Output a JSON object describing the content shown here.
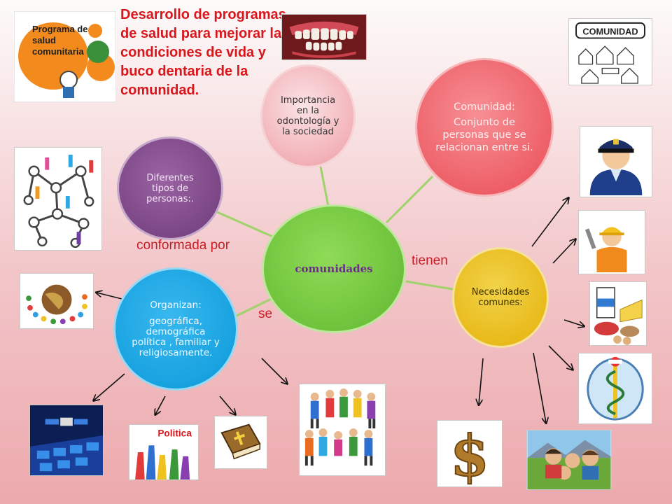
{
  "title": "Desarrollo de programas de salud para mejorar la condiciones de vida  y buco dentaria de la comunidad.",
  "center": "comunidades",
  "nodes": {
    "importancia": "Importancia en la odontología  y  la sociedad",
    "comunidad_title": "Comunidad:",
    "comunidad_def": "Conjunto de personas que se relacionan entre si.",
    "diferentes": "Diferentes tipos de personas:.",
    "necesidades": "Necesidades comunes:",
    "organizan_title": "Organizan:",
    "organizan_body": "geográfica, demográfica política , familiar y religiosamente."
  },
  "labels": {
    "conformada": "conformada por",
    "tienen": "tienen",
    "se": "se"
  },
  "images": {
    "programa_text_1": "Programa de",
    "programa_text_2": "salud",
    "programa_text_3": "comunitaria",
    "comunidad_sign": "COMUNIDAD",
    "politica_sign": "Politica"
  },
  "icons": [
    "program-logo-icon",
    "teeth-icon",
    "community-town-icon",
    "network-people-icon",
    "police-officer-icon",
    "worker-icon",
    "food-icon",
    "health-caduceus-icon",
    "dollar-icon",
    "family-photo-icon",
    "globe-people-icon",
    "satellite-map-icon",
    "politics-hands-icon",
    "bible-icon",
    "family-group-icon"
  ],
  "colors": {
    "title": "#d8161c",
    "center": "#6fc23b",
    "comunidad": "#ee6068",
    "importancia": "#f2b2b8",
    "diferentes": "#7a4584",
    "necesidades": "#e8b918",
    "organizan": "#18a2e0",
    "connector": "#9ed36a",
    "label": "#c81e26"
  }
}
